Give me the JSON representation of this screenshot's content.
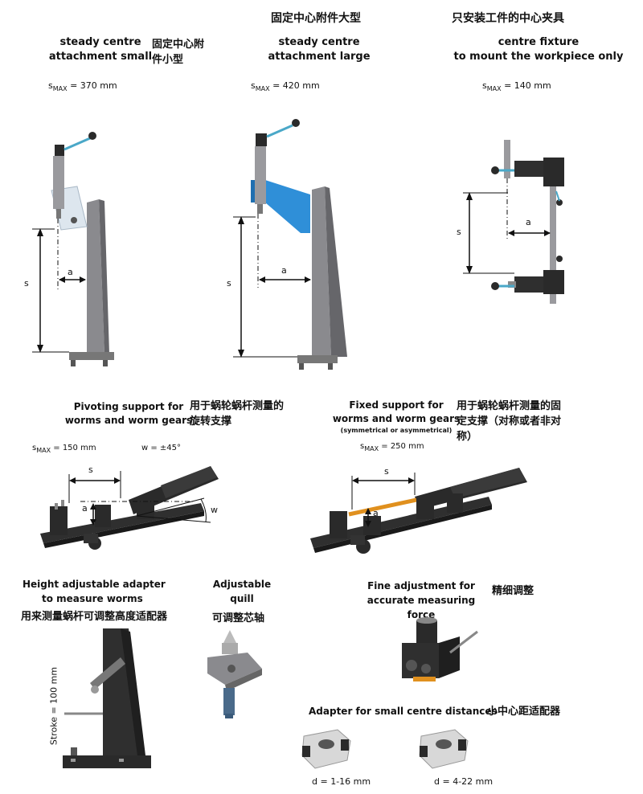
{
  "top": {
    "small": {
      "en_line1": "steady centre",
      "en_line2": "attachment small",
      "cn_line1": "固定中心附",
      "cn_line2": "件小型",
      "smax_prefix": "s",
      "smax_sub": "MAX",
      "smax_value": " = 370 mm",
      "label_s": "s",
      "label_a": "a"
    },
    "large": {
      "cn_title": "固定中心附件大型",
      "en_line1": "steady centre",
      "en_line2": "attachment large",
      "smax_prefix": "s",
      "smax_sub": "MAX",
      "smax_value": " = 420 mm",
      "label_s": "s",
      "label_a": "a"
    },
    "fixture": {
      "cn_title": "只安装工件的中心夹具",
      "en_line1": "centre fixture",
      "en_line2": "to mount the workpiece only",
      "smax_prefix": "s",
      "smax_sub": "MAX",
      "smax_value": " = 140 mm",
      "label_s": "s",
      "label_a": "a"
    }
  },
  "middle": {
    "pivoting": {
      "en_line1": "Pivoting support for",
      "en_line2": "worms and worm gears",
      "cn_line1": "用于蜗轮蜗杆测量的",
      "cn_line2": "旋转支撑",
      "smax_prefix": "s",
      "smax_sub": "MAX",
      "smax_value": " = 150 mm",
      "w_text": "w = ±45°",
      "label_s": "s",
      "label_a": "a",
      "label_w": "w"
    },
    "fixed": {
      "en_line1": "Fixed support for",
      "en_line2": "worms and worm gears",
      "en_line3": "(symmetrical or asymmetrical)",
      "cn_line1": "用于蜗轮蜗杆测量的固",
      "cn_line2": "定支撑（对称或者非对",
      "cn_line3": "称）",
      "smax_prefix": "s",
      "smax_sub": "MAX",
      "smax_value": " = 250 mm",
      "label_s": "s",
      "label_a": "a"
    }
  },
  "bottom": {
    "height_adapter": {
      "en_line1": "Height adjustable adapter",
      "en_line2": "to measure worms",
      "cn_line1": "用来测量蜗杆可调整高度适配器",
      "stroke": "Stroke = 100 mm"
    },
    "quill": {
      "en_line1": "Adjustable",
      "en_line2": "quill",
      "cn_line1": "可调整芯轴"
    },
    "fine": {
      "en_line1": "Fine adjustment for",
      "en_line2": "accurate measuring force",
      "cn_line1": "精细调整"
    },
    "small_centre": {
      "en_line1": "Adapter for small centre distances",
      "cn_line1": "小中心距适配器",
      "d1": "d = 1-16 mm",
      "d2": "d = 4-22 mm"
    }
  },
  "colors": {
    "column_grey": "#8a8a8e",
    "bracket_blue": "#2f8fd8",
    "handle_teal": "#4aa8c8",
    "dark": "#2a2a2a",
    "orange": "#e0901e"
  }
}
